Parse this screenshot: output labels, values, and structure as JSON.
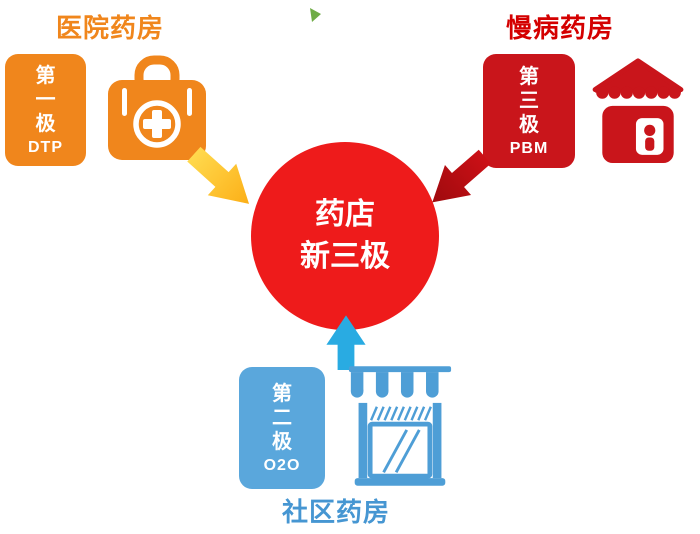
{
  "diagram": {
    "center": {
      "line1": "药店",
      "line2": "新三极"
    },
    "hospital": {
      "label": "医院药房",
      "pole_chars": [
        "第",
        "一",
        "极"
      ],
      "pole_sub": "DTP"
    },
    "chronic": {
      "label": "慢病药房",
      "pole_chars": [
        "第",
        "三",
        "极"
      ],
      "pole_sub": "PBM"
    },
    "community": {
      "label": "社区药房",
      "pole_chars": [
        "第",
        "二",
        "极"
      ],
      "pole_sub": "O2O"
    },
    "icons": {
      "hospital": "medical-bag-icon",
      "chronic": "pharmacy-house-icon",
      "community": "storefront-awning-icon",
      "top_marker": "green-cursor-icon"
    },
    "colors": {
      "orange": "#F0861C",
      "yellow_arrow": "#FFC21E",
      "red_center": "#EE1B1B",
      "red_dark": "#C9151B",
      "red_arrow": "#B31014",
      "red_label": "#D40000",
      "blue_box": "#5AA7DC",
      "blue_icon": "#4E9ED6",
      "blue_label": "#4696D2",
      "blue_arrow": "#29ABE2",
      "green_marker": "#6FAC46"
    }
  }
}
